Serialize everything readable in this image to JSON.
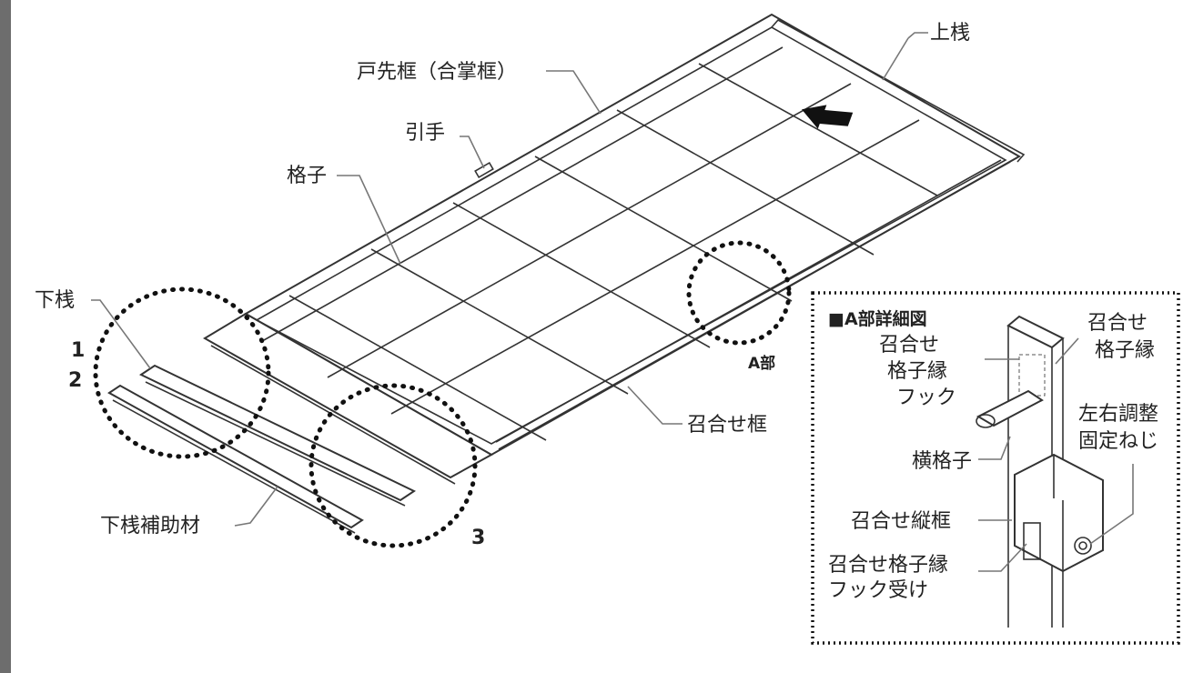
{
  "labels": {
    "top_rail": "上桟",
    "door_frame": "戸先框（合掌框）",
    "handle": "引手",
    "lattice": "格子",
    "bottom_rail": "下桟",
    "num_1": "1",
    "num_2": "2",
    "num_3": "3",
    "part_a": "A部",
    "meeting_frame": "召合せ框",
    "bottom_aux": "下桟補助材"
  },
  "detail": {
    "title": "■A部詳細図",
    "hook_line1": "召合せ",
    "hook_line2": "格子縁",
    "hook_line3": "フック",
    "edge_line1": "召合せ",
    "edge_line2": "格子縁",
    "adj_line1": "左右調整",
    "adj_line2": "固定ねじ",
    "horizontal_lattice": "横格子",
    "vertical_frame": "召合せ縦框",
    "receiver_line1": "召合せ格子縁",
    "receiver_line2": "フック受け"
  }
}
